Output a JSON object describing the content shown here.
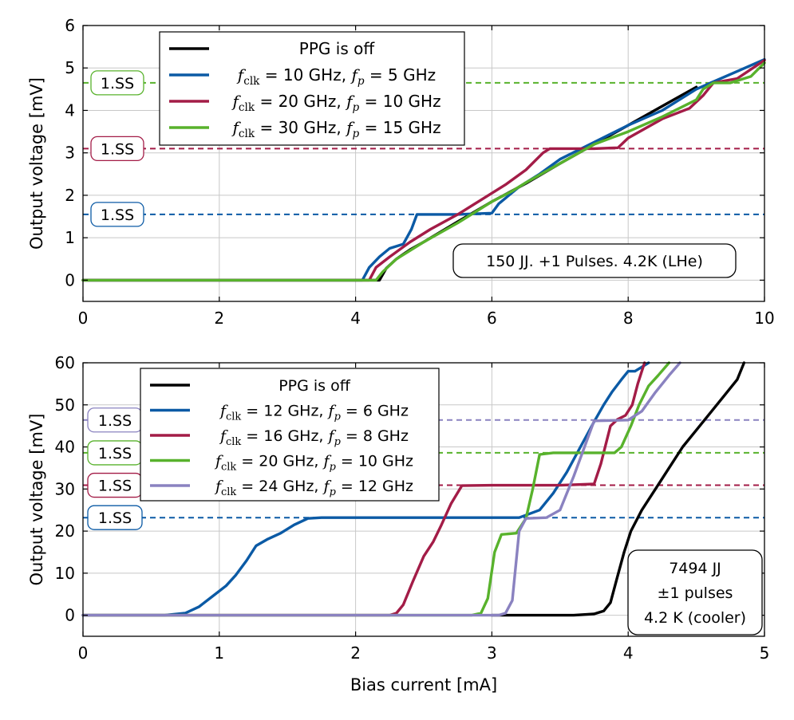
{
  "xlabel": "Bias current [mA]",
  "colors": {
    "off": "#000000",
    "blue": "#0b5aa5",
    "red": "#a31c47",
    "green": "#58b22c",
    "purple": "#8a82c0",
    "grid": "#c8c8c8"
  },
  "chart_data": [
    {
      "type": "line",
      "xlabel": "",
      "ylabel": "Output voltage [mV]",
      "xlim": [
        0,
        10
      ],
      "ylim": [
        -0.5,
        6
      ],
      "xticks": [
        "0",
        "2",
        "4",
        "6",
        "8",
        "10"
      ],
      "yticks": [
        "0",
        "1",
        "2",
        "3",
        "4",
        "5",
        "6"
      ],
      "grid": true,
      "legend_position": "top-left",
      "annotation": "150 JJ. +1 Pulses. 4.2K (LHe)",
      "ss_label": "1.SS",
      "thresholds": [
        {
          "y": 1.55,
          "color": "#0b5aa5"
        },
        {
          "y": 3.1,
          "color": "#a31c47"
        },
        {
          "y": 4.65,
          "color": "#58b22c"
        }
      ],
      "series": [
        {
          "name": "PPG is off",
          "color": "#000000",
          "x": [
            0,
            4.35,
            4.45,
            4.6,
            4.8,
            5.0,
            5.5,
            6.0,
            6.5,
            7.0,
            7.5,
            8.0,
            8.5,
            9.0
          ],
          "y": [
            0,
            0,
            0.28,
            0.5,
            0.72,
            0.9,
            1.38,
            1.85,
            2.28,
            2.75,
            3.2,
            3.65,
            4.1,
            4.55
          ]
        },
        {
          "name": "f_clk = 10 GHz, f_p = 5 GHz",
          "color": "#0b5aa5",
          "x": [
            0,
            4.1,
            4.2,
            4.35,
            4.5,
            4.7,
            4.82,
            4.9,
            5.5,
            6.0,
            6.1,
            6.4,
            6.7,
            7.0,
            7.5,
            8.0,
            8.5,
            9.0,
            9.5,
            10.0
          ],
          "y": [
            0,
            0,
            0.3,
            0.55,
            0.75,
            0.85,
            1.2,
            1.55,
            1.55,
            1.58,
            1.8,
            2.2,
            2.5,
            2.85,
            3.25,
            3.65,
            4.0,
            4.5,
            4.85,
            5.2
          ]
        },
        {
          "name": "f_clk = 20 GHz, f_p = 10 GHz",
          "color": "#a31c47",
          "x": [
            0,
            4.2,
            4.3,
            4.5,
            4.8,
            5.1,
            5.5,
            5.8,
            6.2,
            6.5,
            6.75,
            6.85,
            7.5,
            7.85,
            8.0,
            8.5,
            8.9,
            9.1,
            9.25,
            9.6,
            10.0
          ],
          "y": [
            0,
            0,
            0.3,
            0.55,
            0.9,
            1.2,
            1.55,
            1.85,
            2.25,
            2.6,
            3.0,
            3.1,
            3.1,
            3.12,
            3.35,
            3.8,
            4.05,
            4.35,
            4.65,
            4.75,
            5.18
          ]
        },
        {
          "name": "f_clk = 30 GHz, f_p = 15 GHz",
          "color": "#58b22c",
          "x": [
            0,
            4.3,
            4.4,
            4.6,
            5.0,
            5.5,
            6.0,
            6.3,
            6.5,
            7.0,
            7.5,
            8.0,
            8.5,
            9.0,
            9.1,
            9.25,
            9.5,
            9.8,
            10.0
          ],
          "y": [
            0,
            0,
            0.2,
            0.5,
            0.9,
            1.35,
            1.85,
            2.1,
            2.3,
            2.75,
            3.2,
            3.5,
            3.85,
            4.25,
            4.5,
            4.65,
            4.65,
            4.8,
            5.12
          ]
        }
      ]
    },
    {
      "type": "line",
      "xlabel": "Bias current [mA]",
      "ylabel": "Output voltage [mV]",
      "xlim": [
        0,
        5
      ],
      "ylim": [
        -5,
        60
      ],
      "xticks": [
        "0",
        "1",
        "2",
        "3",
        "4",
        "5"
      ],
      "yticks": [
        "0",
        "10",
        "20",
        "30",
        "40",
        "50",
        "60"
      ],
      "grid": true,
      "legend_position": "top-left",
      "annotation": [
        "7494 JJ",
        "±1 pulses",
        "4.2 K (cooler)"
      ],
      "ss_label": "1.SS",
      "thresholds": [
        {
          "y": 23.2,
          "color": "#0b5aa5"
        },
        {
          "y": 30.9,
          "color": "#a31c47"
        },
        {
          "y": 38.6,
          "color": "#58b22c"
        },
        {
          "y": 46.4,
          "color": "#8a82c0"
        }
      ],
      "series": [
        {
          "name": "PPG is off",
          "color": "#000000",
          "x": [
            3.0,
            3.6,
            3.75,
            3.82,
            3.87,
            3.92,
            3.97,
            4.02,
            4.1,
            4.2,
            4.3,
            4.4,
            4.5,
            4.6,
            4.7,
            4.8,
            4.85
          ],
          "y": [
            0,
            0,
            0.3,
            1,
            3,
            9,
            15,
            20,
            25,
            30,
            35,
            40,
            44,
            48,
            52,
            56,
            60
          ]
        },
        {
          "name": "f_clk = 12 GHz, f_p = 6 GHz",
          "color": "#0b5aa5",
          "x": [
            0,
            0.6,
            0.75,
            0.85,
            0.95,
            1.05,
            1.12,
            1.2,
            1.27,
            1.35,
            1.45,
            1.55,
            1.65,
            1.75,
            3.2,
            3.35,
            3.45,
            3.55,
            3.65,
            3.75,
            3.82,
            3.88,
            3.95,
            4.0,
            4.05,
            4.1,
            4.15
          ],
          "y": [
            0,
            0,
            0.5,
            2,
            4.5,
            7,
            9.5,
            13,
            16.5,
            18,
            19.5,
            21.5,
            23,
            23.2,
            23.2,
            25,
            29,
            34,
            40,
            46,
            50,
            53,
            56,
            58,
            58,
            59,
            60
          ]
        },
        {
          "name": "f_clk = 16 GHz, f_p = 8 GHz",
          "color": "#a31c47",
          "x": [
            0,
            2.25,
            2.3,
            2.35,
            2.42,
            2.5,
            2.57,
            2.63,
            2.7,
            2.78,
            3.0,
            3.5,
            3.75,
            3.8,
            3.87,
            3.92,
            3.98,
            4.03,
            4.07,
            4.12
          ],
          "y": [
            0,
            0,
            0.5,
            2.5,
            8,
            14,
            17.5,
            21.5,
            26.5,
            30.8,
            30.9,
            30.9,
            31.2,
            36,
            45,
            46.5,
            47.5,
            50,
            55,
            60
          ]
        },
        {
          "name": "f_clk = 20 GHz, f_p = 10 GHz",
          "color": "#58b22c",
          "x": [
            0,
            2.85,
            2.92,
            2.97,
            3.02,
            3.07,
            3.18,
            3.25,
            3.3,
            3.35,
            3.45,
            3.9,
            3.95,
            4.02,
            4.08,
            4.15,
            4.22,
            4.3
          ],
          "y": [
            0,
            0,
            0.5,
            4,
            15,
            19.2,
            19.5,
            23,
            30,
            38.2,
            38.6,
            38.6,
            40,
            45,
            50,
            54.5,
            57,
            60
          ]
        },
        {
          "name": "f_clk = 24 GHz, f_p = 12 GHz",
          "color": "#8a82c0",
          "x": [
            0,
            3.05,
            3.1,
            3.15,
            3.2,
            3.25,
            3.4,
            3.5,
            3.6,
            3.68,
            3.75,
            4.0,
            4.1,
            4.2,
            4.3,
            4.38
          ],
          "y": [
            0,
            0,
            0.5,
            3.5,
            20,
            23,
            23.2,
            25,
            33,
            40,
            46.2,
            46.4,
            48.5,
            53,
            57,
            60
          ]
        }
      ]
    }
  ]
}
